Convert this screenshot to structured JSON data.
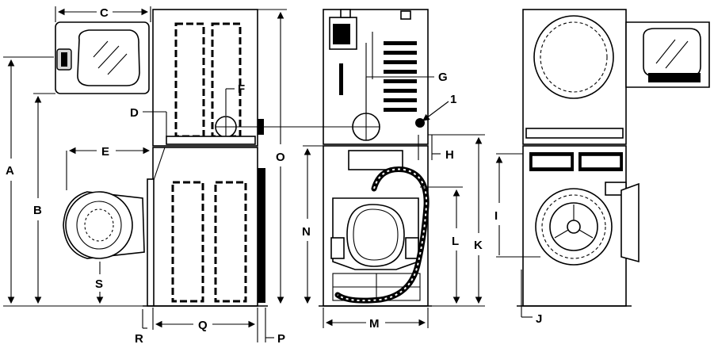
{
  "labels": {
    "A": "A",
    "B": "B",
    "C": "C",
    "D": "D",
    "E": "E",
    "F": "F",
    "G": "G",
    "H": "H",
    "I": "I",
    "J": "J",
    "K": "K",
    "L": "L",
    "M": "M",
    "N": "N",
    "O": "O",
    "P": "P",
    "Q": "Q",
    "R": "R",
    "S": "S",
    "one": "1"
  }
}
